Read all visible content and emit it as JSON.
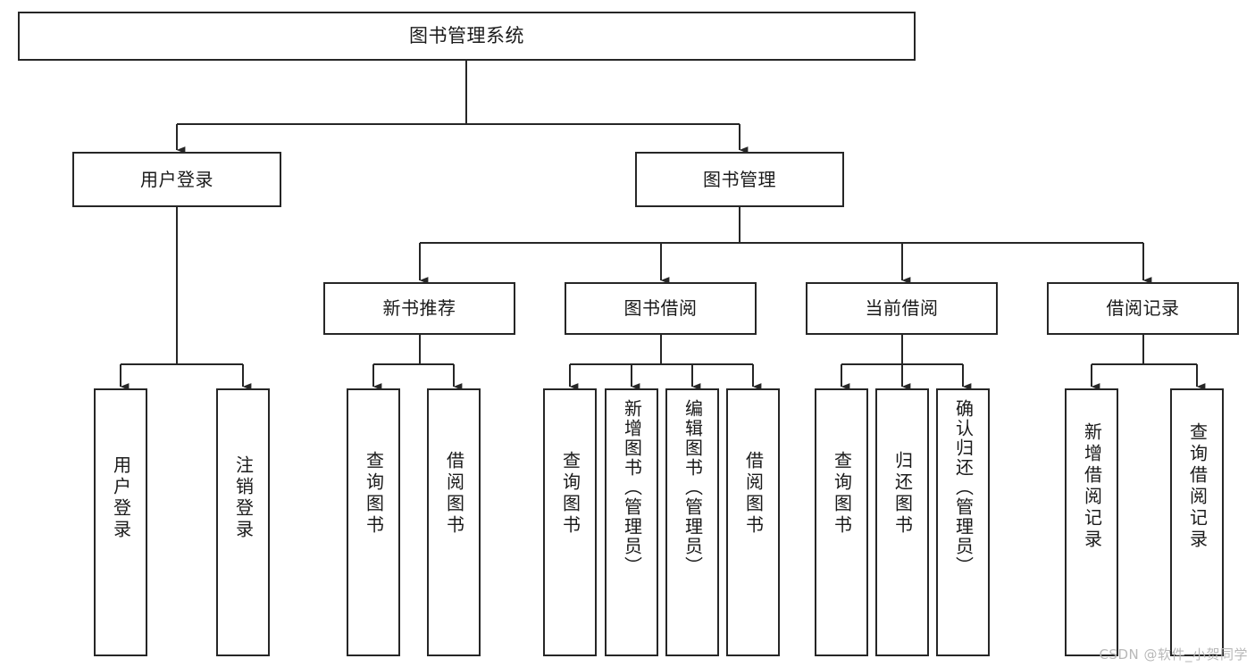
{
  "diagram": {
    "type": "tree",
    "title": "图书管理系统",
    "watermark": "CSDN @软件_小贺同学",
    "colors": {
      "box_border": "#262626",
      "box_fill": "#ffffff",
      "connector": "#262626",
      "text": "#1a1a1a",
      "watermark": "#b8b8b8"
    },
    "root": {
      "label": "图书管理系统"
    },
    "level2": [
      {
        "label": "用户登录"
      },
      {
        "label": "图书管理"
      }
    ],
    "level3": [
      {
        "label": "新书推荐"
      },
      {
        "label": "图书借阅"
      },
      {
        "label": "当前借阅"
      },
      {
        "label": "借阅记录"
      }
    ],
    "leaves": [
      {
        "label": "用户登录",
        "parent": "用户登录"
      },
      {
        "label": "注销登录",
        "parent": "用户登录"
      },
      {
        "label": "查询图书",
        "parent": "新书推荐"
      },
      {
        "label": "借阅图书",
        "parent": "新书推荐"
      },
      {
        "label": "查询图书",
        "parent": "图书借阅"
      },
      {
        "label": "新增图书（管理员）",
        "parent": "图书借阅"
      },
      {
        "label": "编辑图书（管理员）",
        "parent": "图书借阅"
      },
      {
        "label": "借阅图书",
        "parent": "图书借阅"
      },
      {
        "label": "查询图书",
        "parent": "当前借阅"
      },
      {
        "label": "归还图书",
        "parent": "当前借阅"
      },
      {
        "label": "确认归还（管理员）",
        "parent": "当前借阅"
      },
      {
        "label": "新增借阅记录",
        "parent": "借阅记录"
      },
      {
        "label": "查询借阅记录",
        "parent": "借阅记录"
      }
    ]
  }
}
